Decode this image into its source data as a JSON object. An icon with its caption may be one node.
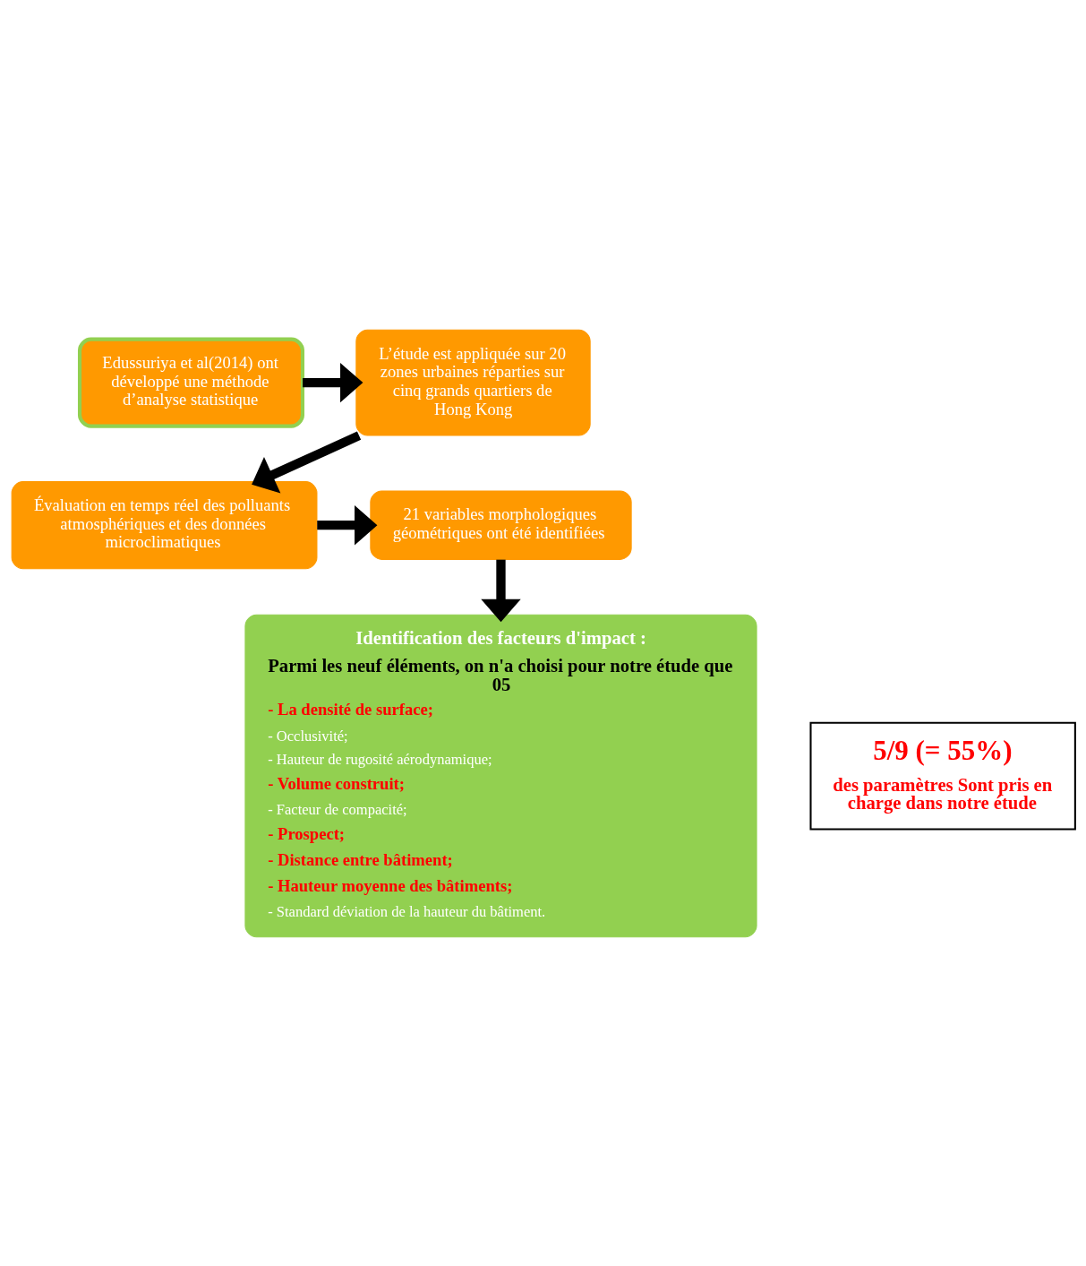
{
  "diagram": {
    "nodes": [
      {
        "text": [
          "Edussuriya et al(2014) ont développé une méthode d’analyse statistique"
        ]
      },
      {
        "text": [
          "L’étude est appliquée sur 20 zones urbaines réparties sur cinq grands quartiers de Hong Kong"
        ]
      },
      {
        "text": [
          "Évaluation en temps réel des polluants atmosphériques et des données microclimatiques"
        ]
      },
      {
        "text": [
          "21 variables morphologiques géométriques ont été identifiées"
        ]
      },
      {
        "text": [
          "Identification des facteurs d'impact :",
          "Parmi les neuf éléments, on n'a choisi pour notre étude que 05",
          "- La densité de surface;",
          "- Occlusivité;",
          "- Hauteur de rugosité aérodynamique;",
          "- Volume construit;",
          "- Facteur de compacité;",
          "- Prospect;",
          "- Distance entre bâtiment;",
          "- Hauteur moyenne des bâtiments;",
          "- Standard déviation de la hauteur du bâtiment."
        ]
      },
      {
        "text": [
          "5/9 (= 55%)",
          "des paramètres Sont pris en charge dans notre étude"
        ]
      }
    ],
    "edges": [
      {
        "from": 0,
        "to": 1,
        "arrow": "to"
      },
      {
        "from": 1,
        "to": 2,
        "arrow": "to"
      },
      {
        "from": 2,
        "to": 3,
        "arrow": "to"
      },
      {
        "from": 3,
        "to": 4,
        "arrow": "to"
      }
    ]
  }
}
